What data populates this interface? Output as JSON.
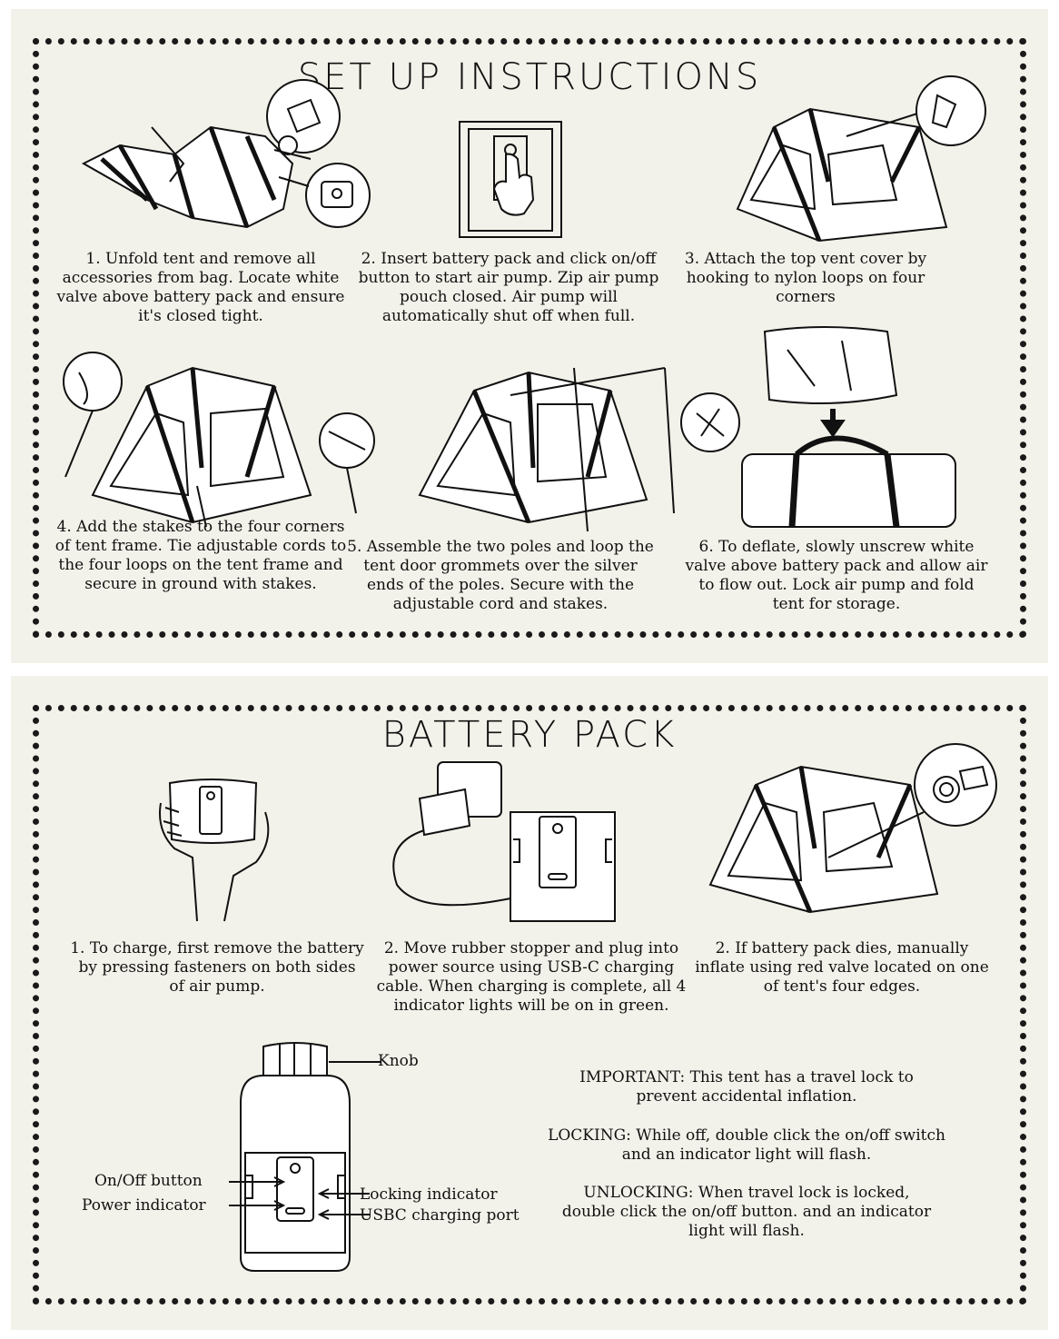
{
  "setup": {
    "title": "SET UP INSTRUCTIONS",
    "steps": [
      {
        "text": "1. Unfold tent and remove all accessories from bag. Locate white valve above battery pack and ensure it's closed tight."
      },
      {
        "text": "2. Insert battery pack and click on/off button to start air pump. Zip air pump pouch closed. Air pump will automatically shut off when full."
      },
      {
        "text": "3. Attach the top vent cover by hooking to nylon loops on four corners"
      },
      {
        "text": "4. Add the stakes to the four corners of tent frame. Tie adjustable cords to the four loops on the tent frame and secure in ground with stakes."
      },
      {
        "text": "5. Assemble the two poles and loop the tent door grommets over the silver ends of the poles. Secure with the adjustable cord and stakes."
      },
      {
        "text": "6. To deflate, slowly unscrew white valve above battery pack and allow air to flow out. Lock air pump and fold tent for storage."
      }
    ]
  },
  "battery": {
    "title": "BATTERY PACK",
    "steps": [
      {
        "text": "1. To charge, first remove the battery by pressing fasteners on both sides of air pump."
      },
      {
        "text": "2. Move rubber stopper and plug into power source using USB-C charging cable. When charging is complete, all 4 indicator lights will be on in green."
      },
      {
        "text": "2. If battery pack dies, manually inflate using red valve located on one of tent's four edges."
      }
    ],
    "diagram_labels": {
      "knob": "Knob",
      "onoff": "On/Off button",
      "power": "Power indicator",
      "locking": "Locking indicator",
      "usbc": "USBC charging port"
    },
    "notes": {
      "important": "IMPORTANT: This tent has a travel lock to prevent accidental inflation.",
      "locking": "LOCKING: While off, double click the on/off switch and an indicator light will flash.",
      "unlocking": "UNLOCKING: When travel lock is locked, double click the on/off button. and an indicator light will flash."
    }
  }
}
